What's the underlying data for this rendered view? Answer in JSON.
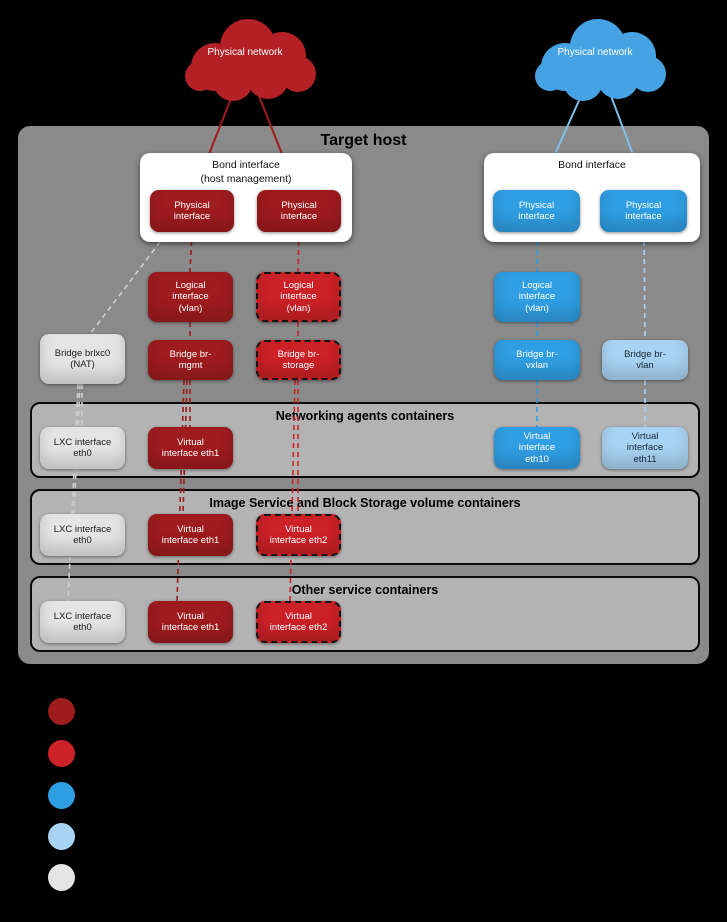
{
  "colors": {
    "dark_red": "#9e1b1e",
    "red": "#cc2127",
    "blue": "#2f9ee2",
    "light_blue": "#a9d3f2",
    "light_gray": "#e4e4e4",
    "host_bg": "#8a8a8a",
    "row_bg": "#b3b3b3",
    "canvas_bg": "#000000",
    "line_gray": "#cfcfcf",
    "line_blue": "#7fc0ea"
  },
  "clouds": {
    "left": {
      "label": "Physical network"
    },
    "right": {
      "label": "Physical network"
    }
  },
  "host": {
    "title": "Target host"
  },
  "bond_left": {
    "title": "Bond interface",
    "subtitle": "(host management)",
    "phys1": "Physical interface",
    "phys2": "Physical interface"
  },
  "bond_right": {
    "title": "Bond interface",
    "phys1": "Physical interface",
    "phys2": "Physical interface"
  },
  "nodes": {
    "logical_mgmt": {
      "label": "Logical interface (vlan)"
    },
    "logical_storage": {
      "label": "Logical interface (vlan)"
    },
    "logical_vxlan": {
      "label": "Logical interface (vlan)"
    },
    "bridge_nat": {
      "label": "Bridge brlxc0 (NAT)"
    },
    "bridge_mgmt": {
      "label": "Bridge br-mgmt"
    },
    "bridge_storage": {
      "label": "Bridge br-storage"
    },
    "bridge_vxlan": {
      "label": "Bridge br-vxlan"
    },
    "bridge_vlan": {
      "label": "Bridge br-vlan"
    }
  },
  "rows": [
    {
      "title": "Networking agents containers",
      "boxes": [
        {
          "label": "LXC interface eth0"
        },
        {
          "label": "Virtual interface eth1"
        },
        {
          "label": "Virtual interface eth10"
        },
        {
          "label": "Virtual interface eth11"
        }
      ]
    },
    {
      "title": "Image Service and Block Storage volume containers",
      "boxes": [
        {
          "label": "LXC interface eth0"
        },
        {
          "label": "Virtual interface eth1"
        },
        {
          "label": "Virtual interface eth2"
        }
      ]
    },
    {
      "title": "Other service containers",
      "boxes": [
        {
          "label": "LXC interface eth0"
        },
        {
          "label": "Virtual interface eth1"
        },
        {
          "label": "Virtual interface eth2"
        }
      ]
    }
  ],
  "legend": {
    "swatch_colors": [
      "#9e1b1e",
      "#cc2127",
      "#2f9ee2",
      "#a9d3f2",
      "#e4e4e4"
    ]
  }
}
